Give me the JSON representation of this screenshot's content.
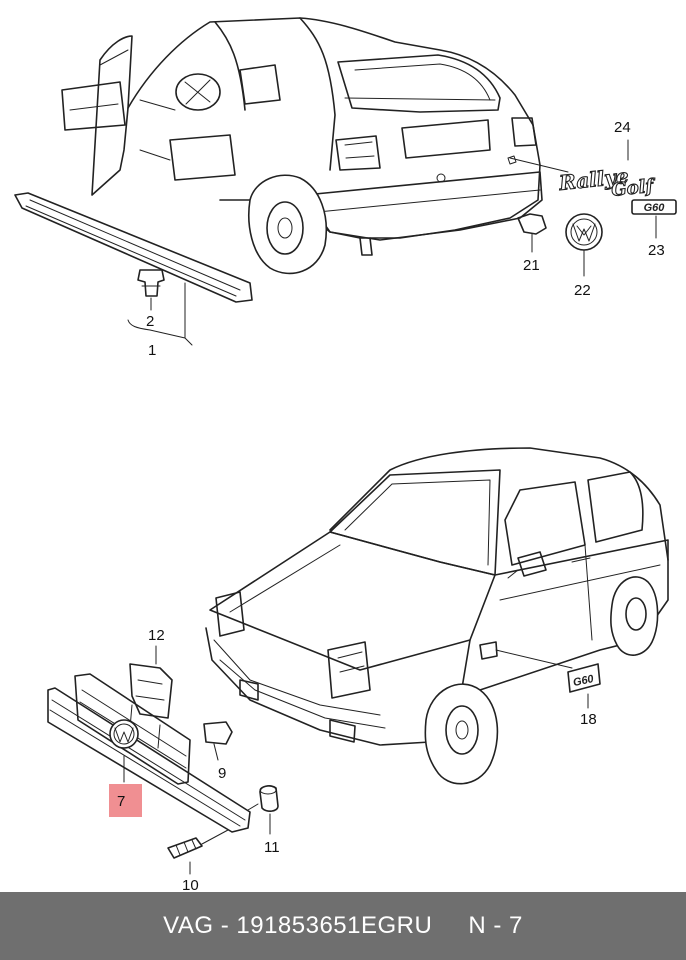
{
  "callouts": {
    "c1": "1",
    "c2": "2",
    "c7": "7",
    "c9": "9",
    "c10": "10",
    "c11": "11",
    "c12": "12",
    "c18": "18",
    "c21": "21",
    "c22": "22",
    "c23": "23",
    "c24": "24"
  },
  "emblems": {
    "rallye": "Rallye",
    "golf": "Golf",
    "g60_small": "G60",
    "g60_side": "G60"
  },
  "highlight_color": "#f08f92",
  "footer": {
    "part_number": "VAG - 191853651EGRU",
    "page_ref": "N - 7"
  },
  "footer_color": "#6f6f6f"
}
